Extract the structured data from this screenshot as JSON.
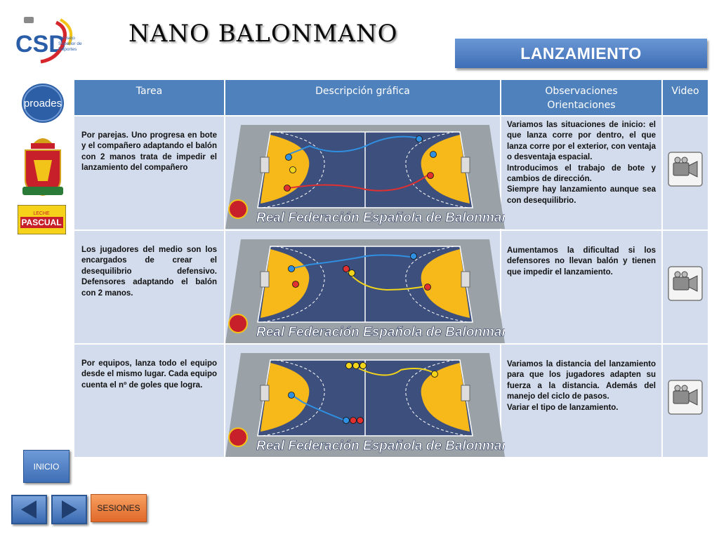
{
  "header": {
    "title": "NANO BALONMANO",
    "section": "LANZAMIENTO"
  },
  "logos": {
    "csd_short": "CSD",
    "csd_line1": "Consejo",
    "csd_line2": "Superior de",
    "csd_line3": "Deportes",
    "proades": "proades",
    "pascual_line1": "LECHE",
    "pascual_line2": "PASCUAL"
  },
  "table": {
    "headers": {
      "tarea": "Tarea",
      "descripcion": "Descripción gráfica",
      "observaciones_1": "Observaciones",
      "observaciones_2": "Orientaciones",
      "video": "Video"
    },
    "rows": [
      {
        "task": "Por parejas. Uno progresa en bote y el compañero adaptando el balón con 2 manos trata de impedir el lanzamiento del compañero",
        "obs_lines": [
          "Variamos las situaciones de inicio: el que lanza corre por dentro, el que lanza corre por el exterior, con ventaja o desventaja espacial.",
          "Introducimos el trabajo de bote y cambios de dirección.",
          "Siempre hay lanzamiento aunque sea con desequilibrio."
        ],
        "diagram_caption": "Real Federación Española de Balonmano"
      },
      {
        "task": "Los jugadores del medio son los encargados de crear el desequilibrio defensivo. Defensores adaptando el balón con 2 manos.",
        "obs_lines": [
          "Aumentamos la dificultad si los defensores no llevan balón y tienen que impedir el lanzamiento."
        ],
        "diagram_caption": "Real Federación Española de Balonmano"
      },
      {
        "task": "Por equipos, lanza todo el equipo desde el mismo lugar. Cada equipo cuenta el nº de goles que logra.",
        "obs_lines": [
          "Variamos la distancia del lanzamiento para que los jugadores adapten su fuerza a la distancia. Además del manejo del ciclo de pasos.",
          "Variar el tipo de lanzamiento."
        ],
        "diagram_caption": "Real Federación Española de Balonmano"
      }
    ]
  },
  "nav": {
    "inicio": "INICIO",
    "sesiones": "SESIONES"
  },
  "colors": {
    "header_blue": "#4f81bd",
    "cell_bg": "#d3dcec",
    "court_blue": "#3d4f7d",
    "area_yellow": "#f7b81a",
    "sesiones_orange": "#ee8440"
  }
}
